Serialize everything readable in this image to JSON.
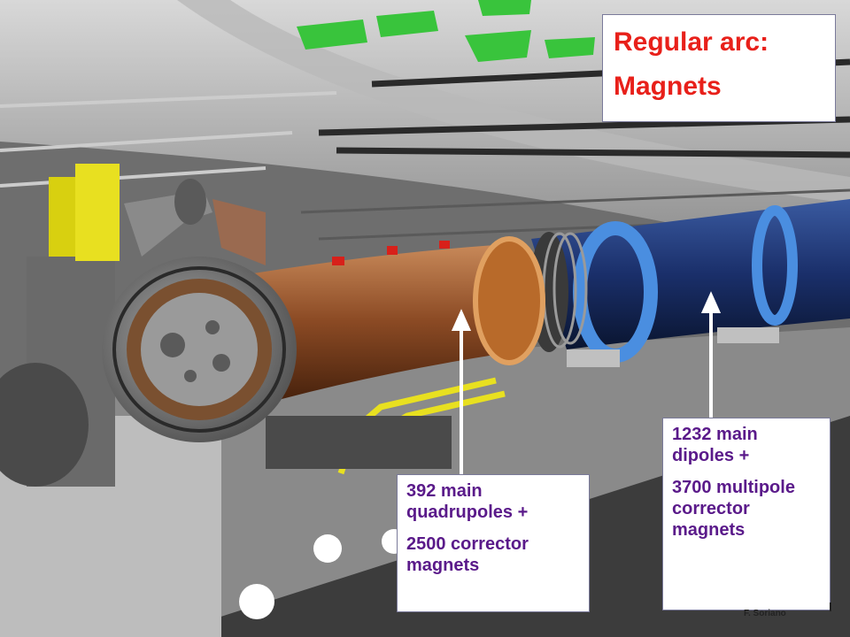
{
  "title": {
    "line1": "Regular arc:",
    "line2": "Magnets"
  },
  "labels": {
    "quadrupoles": {
      "line1": "392 main quadrupoles +",
      "line2": "2500 corrector magnets"
    },
    "dipoles": {
      "line1": "1232 main dipoles +",
      "line2": "3700 multipole corrector magnets"
    }
  },
  "credit": "F. Soriano",
  "credit_mark": "l",
  "colors": {
    "title_text": "#e8201a",
    "label_text": "#5a1a8a",
    "quadrupole_cryostat": "#8b4a24",
    "dipole_cryostat": "#1a2f6a",
    "dipole_flange": "#4a8ee0",
    "support_rail": "#e8e020",
    "cable_tray": "#39c43c",
    "tunnel_wall": "#9a9a9a"
  }
}
